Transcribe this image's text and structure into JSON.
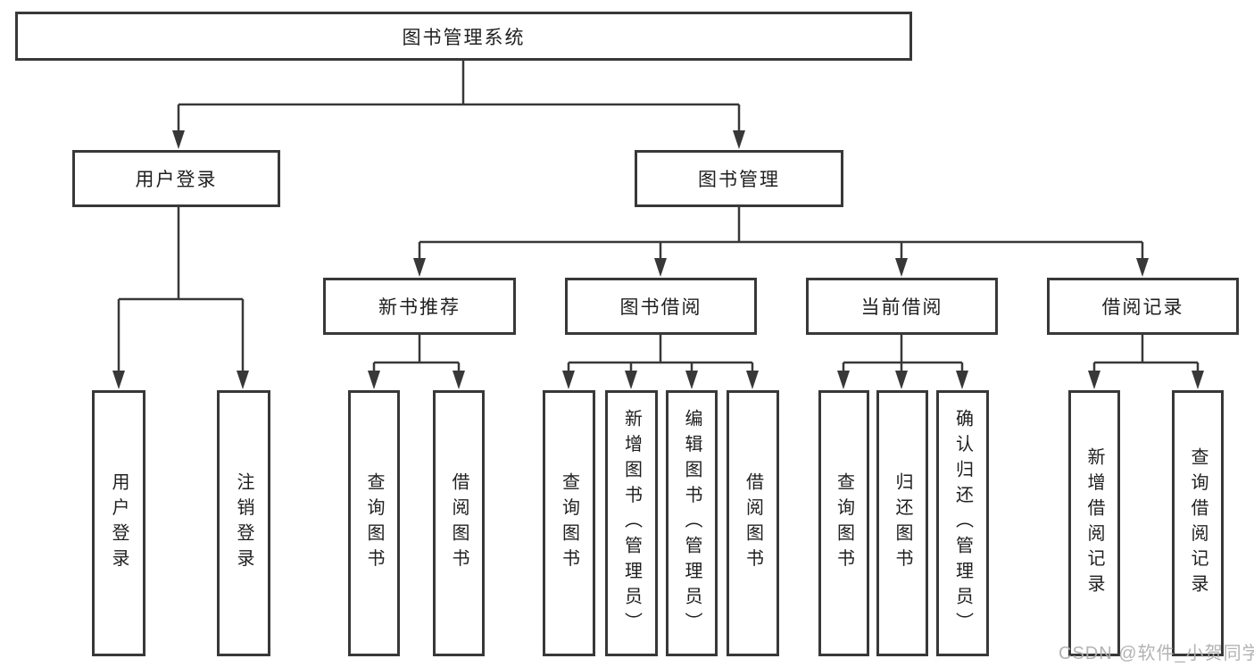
{
  "tree": {
    "root": {
      "label": "图书管理系统"
    },
    "branches": [
      {
        "label": "用户登录",
        "children": [
          {
            "label": "用户登录"
          },
          {
            "label": "注销登录"
          }
        ]
      },
      {
        "label": "图书管理",
        "children": [
          {
            "label": "新书推荐",
            "children": [
              {
                "label": "查询图书"
              },
              {
                "label": "借阅图书"
              }
            ]
          },
          {
            "label": "图书借阅",
            "children": [
              {
                "label": "查询图书"
              },
              {
                "label": "新增图书（管理员）"
              },
              {
                "label": "编辑图书（管理员）"
              },
              {
                "label": "借阅图书"
              }
            ]
          },
          {
            "label": "当前借阅",
            "children": [
              {
                "label": "查询图书"
              },
              {
                "label": "归还图书"
              },
              {
                "label": "确认归还（管理员）"
              }
            ]
          },
          {
            "label": "借阅记录",
            "children": [
              {
                "label": "新增借阅记录"
              },
              {
                "label": "查询借阅记录"
              }
            ]
          }
        ]
      }
    ]
  },
  "watermark": {
    "text": "CSDN @软件_小贺同学"
  },
  "colors": {
    "line": "#383838",
    "box_border": "#383838",
    "text": "#1f1f1f",
    "watermark": "#afafaf",
    "background": "#ffffff"
  }
}
